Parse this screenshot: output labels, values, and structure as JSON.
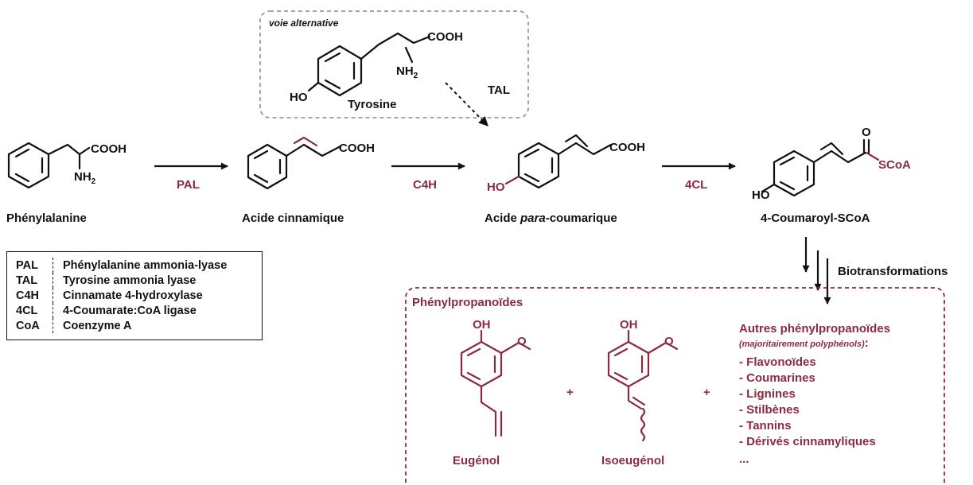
{
  "alt_pathway": {
    "title": "voie alternative",
    "molecule_name": "Tyrosine",
    "enzyme": "TAL"
  },
  "molecules": {
    "phenylalanine": "Phénylalanine",
    "cinnamic_acid": "Acide cinnamique",
    "coumaric_prefix": "Acide ",
    "coumaric_italic": "para",
    "coumaric_suffix": "-coumarique",
    "coumaroyl_scoa": "4-Coumaroyl-SCoA"
  },
  "atoms": {
    "cooh": "COOH",
    "nh": "NH",
    "two": "2",
    "ho": "HO",
    "oh": "OH",
    "o": "O",
    "scoa": "SCoA"
  },
  "enzymes": {
    "pal": "PAL",
    "c4h": "C4H",
    "fourcl": "4CL"
  },
  "biotransformations": "Biotransformations",
  "phenylpropanoids_box": {
    "title": "Phénylpropanoïdes",
    "eugenol": "Eugénol",
    "isoeugenol": "Isoeugénol",
    "plus": "+",
    "others_title": "Autres phénylpropanoïdes",
    "others_subtitle": "(majoritairement polyphénols)",
    "colon": ":",
    "items": [
      "- Flavonoïdes",
      "- Coumarines",
      "- Lignines",
      "- Stilbènes",
      "- Tannins",
      "- Dérivés cinnamyliques",
      "..."
    ]
  },
  "legend": [
    {
      "abbr": "PAL",
      "definition": "Phénylalanine ammonia-lyase"
    },
    {
      "abbr": "TAL",
      "definition": "Tyrosine ammonia lyase"
    },
    {
      "abbr": "C4H",
      "definition": "Cinnamate 4-hydroxylase"
    },
    {
      "abbr": "4CL",
      "definition": "4-Coumarate:CoA ligase"
    },
    {
      "abbr": "CoA",
      "definition": "Coenzyme A"
    }
  ],
  "colors": {
    "accent": "#8b2b3f",
    "ink": "#111111",
    "dashed_box": "#9a9a9a"
  }
}
